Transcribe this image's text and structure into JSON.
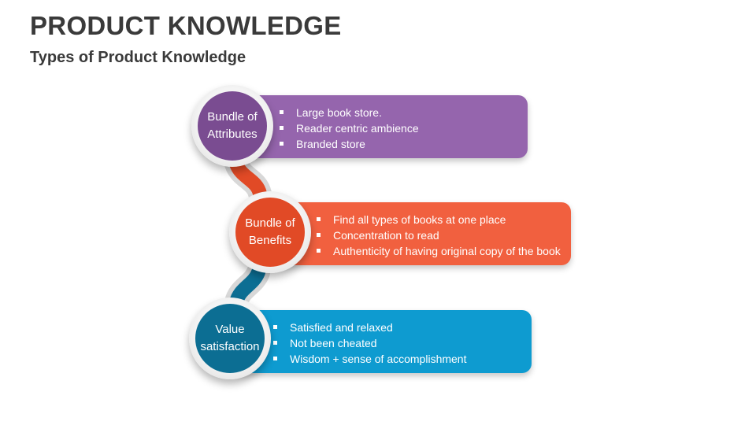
{
  "header": {
    "title": "PRODUCT KNOWLEDGE",
    "subtitle": "Types of Product Knowledge"
  },
  "colors": {
    "purple": "#9565ad",
    "purple_dark": "#7a4c91",
    "orange": "#f1603f",
    "orange_dark": "#e14a26",
    "blue": "#0e9bd0",
    "blue_dark": "#0c6e93"
  },
  "steps": [
    {
      "label": "Bundle of\nAttributes",
      "items": [
        "Large book store.",
        "Reader centric ambience",
        "Branded store"
      ]
    },
    {
      "label": "Bundle of\nBenefits",
      "items": [
        "Find all types of books at one place",
        "Concentration to read",
        "Authenticity of having original copy of the book"
      ]
    },
    {
      "label": "Value\nsatisfaction",
      "items": [
        "Satisfied and relaxed",
        "Not been cheated",
        "Wisdom + sense of accomplishment"
      ]
    }
  ]
}
